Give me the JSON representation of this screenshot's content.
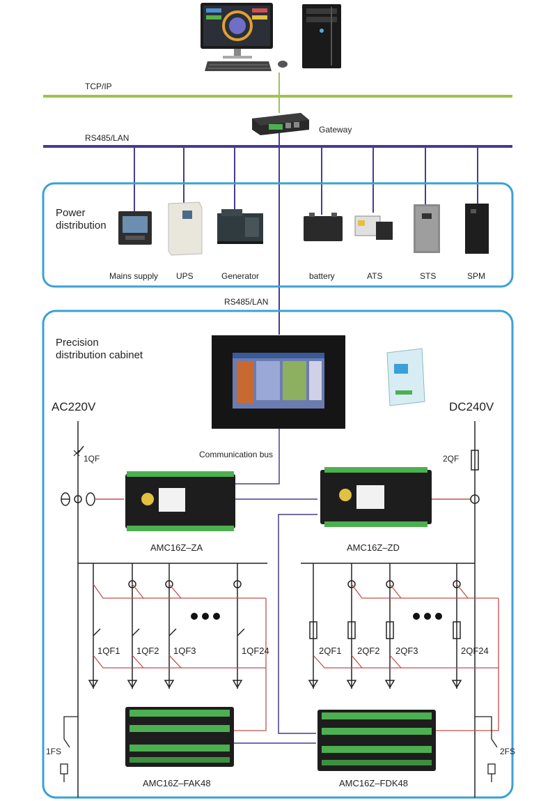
{
  "network": {
    "tcpip": "TCP/IP",
    "gateway": "Gateway",
    "rs485_top": "RS485/LAN",
    "rs485_mid": "RS485/LAN",
    "comm_bus": "Communication bus"
  },
  "power_distribution": {
    "title_line1": "Power",
    "title_line2": "distribution",
    "devices": [
      "Mains supply",
      "UPS",
      "Generator",
      "battery",
      "ATS",
      "STS",
      "SPM"
    ]
  },
  "cabinet": {
    "title_line1": "Precision",
    "title_line2": "distribution cabinet",
    "ac": "AC220V",
    "dc": "DC240V",
    "qf1": "1QF",
    "qf2": "2QF",
    "meter_left": "AMC16Z–ZA",
    "meter_right": "AMC16Z–ZD",
    "left_branches": [
      "1QF1",
      "1QF2",
      "1QF3",
      "1QF24"
    ],
    "right_branches": [
      "2QF1",
      "2QF2",
      "2QF3",
      "2QF24"
    ],
    "fs_left": "1FS",
    "fs_right": "2FS",
    "module_left": "AMC16Z–FAK48",
    "module_right": "AMC16Z–FDK48"
  },
  "colors": {
    "tcpip_line": "#9dc44a",
    "bus_line": "#4a3a8c",
    "panel_border": "#3aa0d8",
    "red_wire": "#c0504d"
  }
}
